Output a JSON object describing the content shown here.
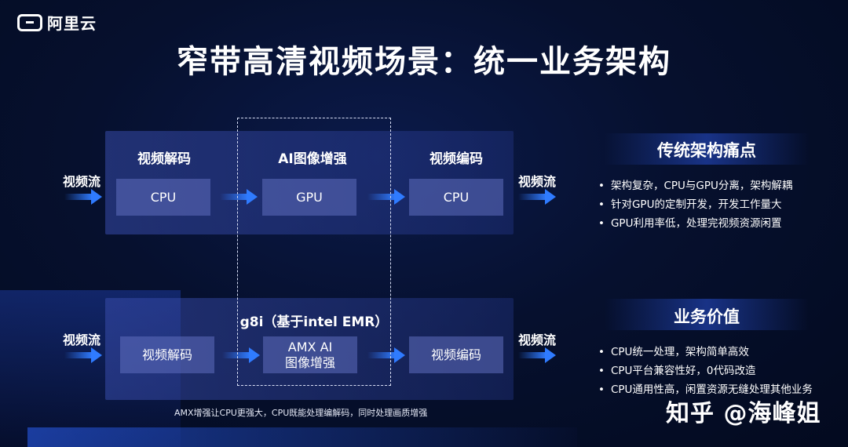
{
  "brand": "阿里云",
  "title": "窄带高清视频场景：统一业务架构",
  "top_row": {
    "input_label": "视频流",
    "output_label": "视频流",
    "col1_title": "视频解码",
    "col1_box": "CPU",
    "col2_title": "AI图像增强",
    "col2_box": "GPU",
    "col3_title": "视频编码",
    "col3_box": "CPU"
  },
  "bottom_row": {
    "input_label": "视频流",
    "output_label": "视频流",
    "middle_title": "g8i（基于intel EMR）",
    "box1": "视频解码",
    "box2_line1": "AMX AI",
    "box2_line2": "图像增强",
    "box3": "视频编码"
  },
  "pain_points": {
    "title": "传统架构痛点",
    "items": [
      "架构复杂，CPU与GPU分离，架构解耦",
      "针对GPU的定制开发，开发工作量大",
      "GPU利用率低，处理完视频资源闲置"
    ]
  },
  "business_value": {
    "title": "业务价值",
    "items": [
      "CPU统一处理，架构简单高效",
      "CPU平台兼容性好，0代码改造",
      "CPU通用性高，闲置资源无缝处理其他业务"
    ]
  },
  "caption": "AMX增强让CPU更强大，CPU既能处理编解码，同时处理画质增强",
  "watermark": "知乎 @海峰姐",
  "colors": {
    "accent_blue": "#2f7bff",
    "panel": "#3a4ba8"
  }
}
